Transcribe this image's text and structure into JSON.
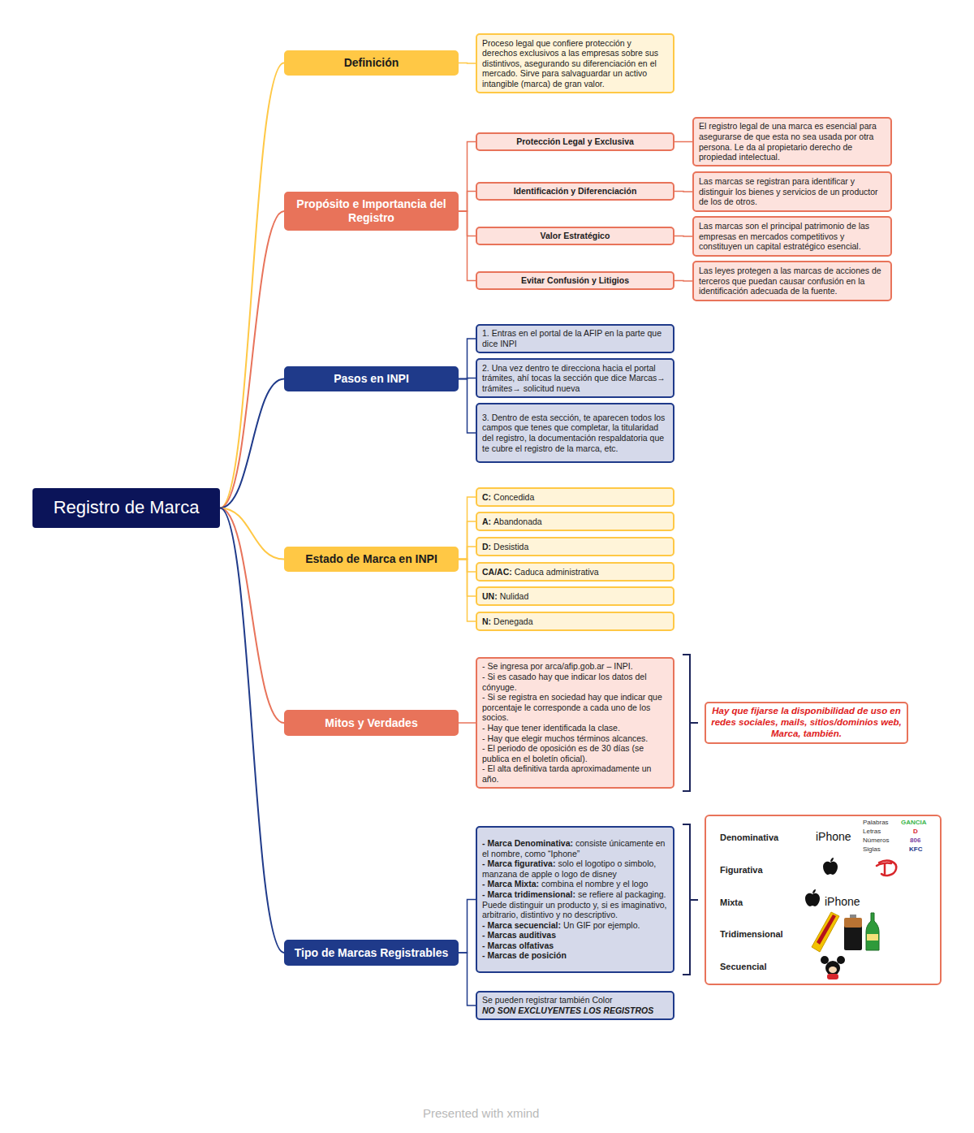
{
  "diagram": {
    "nodes": [
      {
        "text": [
          "Registro de Marca"
        ]
      },
      {
        "text": [
          "Definición"
        ]
      },
      {
        "text": [
          "Proceso legal que confiere protección y derechos exclusivos a las empresas sobre sus distintivos, asegurando su diferenciación en el mercado. Sirve para salvaguardar un activo intangible (marca) de gran valor."
        ]
      },
      {
        "text": [
          "Propósito e Importancia del Registro"
        ]
      },
      {
        "text": [
          "Protección Legal y Exclusiva"
        ]
      },
      {
        "text": [
          "El registro legal de una marca es esencial para asegurarse de que esta no sea usada por otra persona. Le da al propietario derecho de propiedad intelectual."
        ]
      },
      {
        "text": [
          "Identificación y Diferenciación"
        ]
      },
      {
        "text": [
          "Las marcas se registran para identificar y distinguir los bienes y servicios de un productor de los de otros."
        ]
      },
      {
        "text": [
          "Valor Estratégico"
        ]
      },
      {
        "text": [
          "Las marcas son el principal patrimonio de las empresas en mercados competitivos y constituyen un capital estratégico esencial."
        ]
      },
      {
        "text": [
          "Evitar Confusión y Litigios"
        ]
      },
      {
        "text": [
          "Las leyes protegen a las marcas de acciones de terceros que puedan causar confusión en la identificación adecuada de la fuente."
        ]
      },
      {
        "text": [
          "Pasos en INPI"
        ]
      },
      {
        "text": [
          "1. Entras en el portal de la AFIP en la parte que dice INPI"
        ]
      },
      {
        "text": [
          "2. Una vez dentro te direcciona hacia el portal trámites, ahí tocas la sección que dice Marcas→ trámites→ solicitud nueva"
        ]
      },
      {
        "text": [
          "3. Dentro de esta sección, te aparecen todos los campos que tenes que completar, la titularidad del registro, la documentación respaldatoria que te cubre el registro de la marca, etc."
        ]
      },
      {
        "text": [
          "Estado de Marca en INPI"
        ]
      },
      {
        "text": [
          "C:",
          "Concedida"
        ]
      },
      {
        "text": [
          "A:",
          "Abandonada"
        ]
      },
      {
        "text": [
          "D:",
          "Desistida"
        ]
      },
      {
        "text": [
          "CA/AC:",
          "Caduca administrativa"
        ]
      },
      {
        "text": [
          "UN:",
          "Nulidad"
        ]
      },
      {
        "text": [
          "N:",
          "Denegada"
        ]
      },
      {
        "text": [
          "Mitos y Verdades"
        ]
      },
      {
        "text": [
          "- Se ingresa por arca/afip.gob.ar – INPI.",
          "- Si es casado hay que indicar los datos del cónyuge.",
          "- Si se registra en sociedad hay que indicar que porcentaje le corresponde a cada uno de los socios.",
          "- Hay que tener identificada la clase.",
          "- Hay que elegir muchos términos alcances.",
          "- El periodo de oposición es de 30 días (se publica en el boletín oficial).",
          "- El alta definitiva tarda aproximadamente un año."
        ]
      },
      {
        "text": [
          "Hay que fijarse la disponibilidad de uso en redes sociales, mails, sitios/dominios web, Marca, también."
        ]
      },
      {
        "text": [
          "Tipo de Marcas Registrables"
        ]
      },
      {
        "text": [
          "- Marca Denominativa:",
          "consiste únicamente en el nombre, como “Iphone”",
          "- Marca figurativa:",
          "solo el logotipo o simbolo, manzana de apple o logo de disney",
          "- Marca Mixta:",
          "combina el nombre y el logo",
          "- Marca tridimensional:",
          "se refiere al packaging. Puede distinguir un producto y, si es imaginativo, arbitrario, distintivo y no descriptivo.",
          "- Marca secuencial:",
          "Un GIF por ejemplo.",
          "- Marcas auditivas",
          "- Marcas olfativas",
          "- Marcas de posición"
        ]
      },
      {
        "text": [
          "Se pueden registrar también Color",
          "NO SON EXCLUYENTES LOS REGISTROS"
        ]
      },
      {
        "text": [
          "Denominativa",
          "iPhone",
          "Palabras",
          "GANCIA",
          "Letras",
          "D",
          "Números",
          "806",
          "Siglas",
          "KFC",
          "Figurativa",
          "Mixta",
          "iPhone",
          "Tridimensional",
          "Secuencial"
        ]
      }
    ],
    "edges": [
      {
        "from": 0,
        "to": 1,
        "arrow": "none"
      },
      {
        "from": 1,
        "to": 2,
        "arrow": "none"
      },
      {
        "from": 0,
        "to": 3,
        "arrow": "none"
      },
      {
        "from": 3,
        "to": 4,
        "arrow": "none"
      },
      {
        "from": 4,
        "to": 5,
        "arrow": "none"
      },
      {
        "from": 3,
        "to": 6,
        "arrow": "none"
      },
      {
        "from": 6,
        "to": 7,
        "arrow": "none"
      },
      {
        "from": 3,
        "to": 8,
        "arrow": "none"
      },
      {
        "from": 8,
        "to": 9,
        "arrow": "none"
      },
      {
        "from": 3,
        "to": 10,
        "arrow": "none"
      },
      {
        "from": 10,
        "to": 11,
        "arrow": "none"
      },
      {
        "from": 0,
        "to": 12,
        "arrow": "none"
      },
      {
        "from": 12,
        "to": 13,
        "arrow": "none"
      },
      {
        "from": 12,
        "to": 14,
        "arrow": "none"
      },
      {
        "from": 12,
        "to": 15,
        "arrow": "none"
      },
      {
        "from": 0,
        "to": 16,
        "arrow": "none"
      },
      {
        "from": 16,
        "to": 17,
        "arrow": "none"
      },
      {
        "from": 16,
        "to": 18,
        "arrow": "none"
      },
      {
        "from": 16,
        "to": 19,
        "arrow": "none"
      },
      {
        "from": 16,
        "to": 20,
        "arrow": "none"
      },
      {
        "from": 16,
        "to": 21,
        "arrow": "none"
      },
      {
        "from": 16,
        "to": 22,
        "arrow": "none"
      },
      {
        "from": 0,
        "to": 23,
        "arrow": "none"
      },
      {
        "from": 23,
        "to": 24,
        "arrow": "none"
      },
      {
        "from": 0,
        "to": 26,
        "arrow": "none"
      },
      {
        "from": 26,
        "to": 27,
        "arrow": "none"
      },
      {
        "from": 26,
        "to": 28,
        "arrow": "none"
      }
    ],
    "labels": [
      "Presented with xmind"
    ]
  }
}
